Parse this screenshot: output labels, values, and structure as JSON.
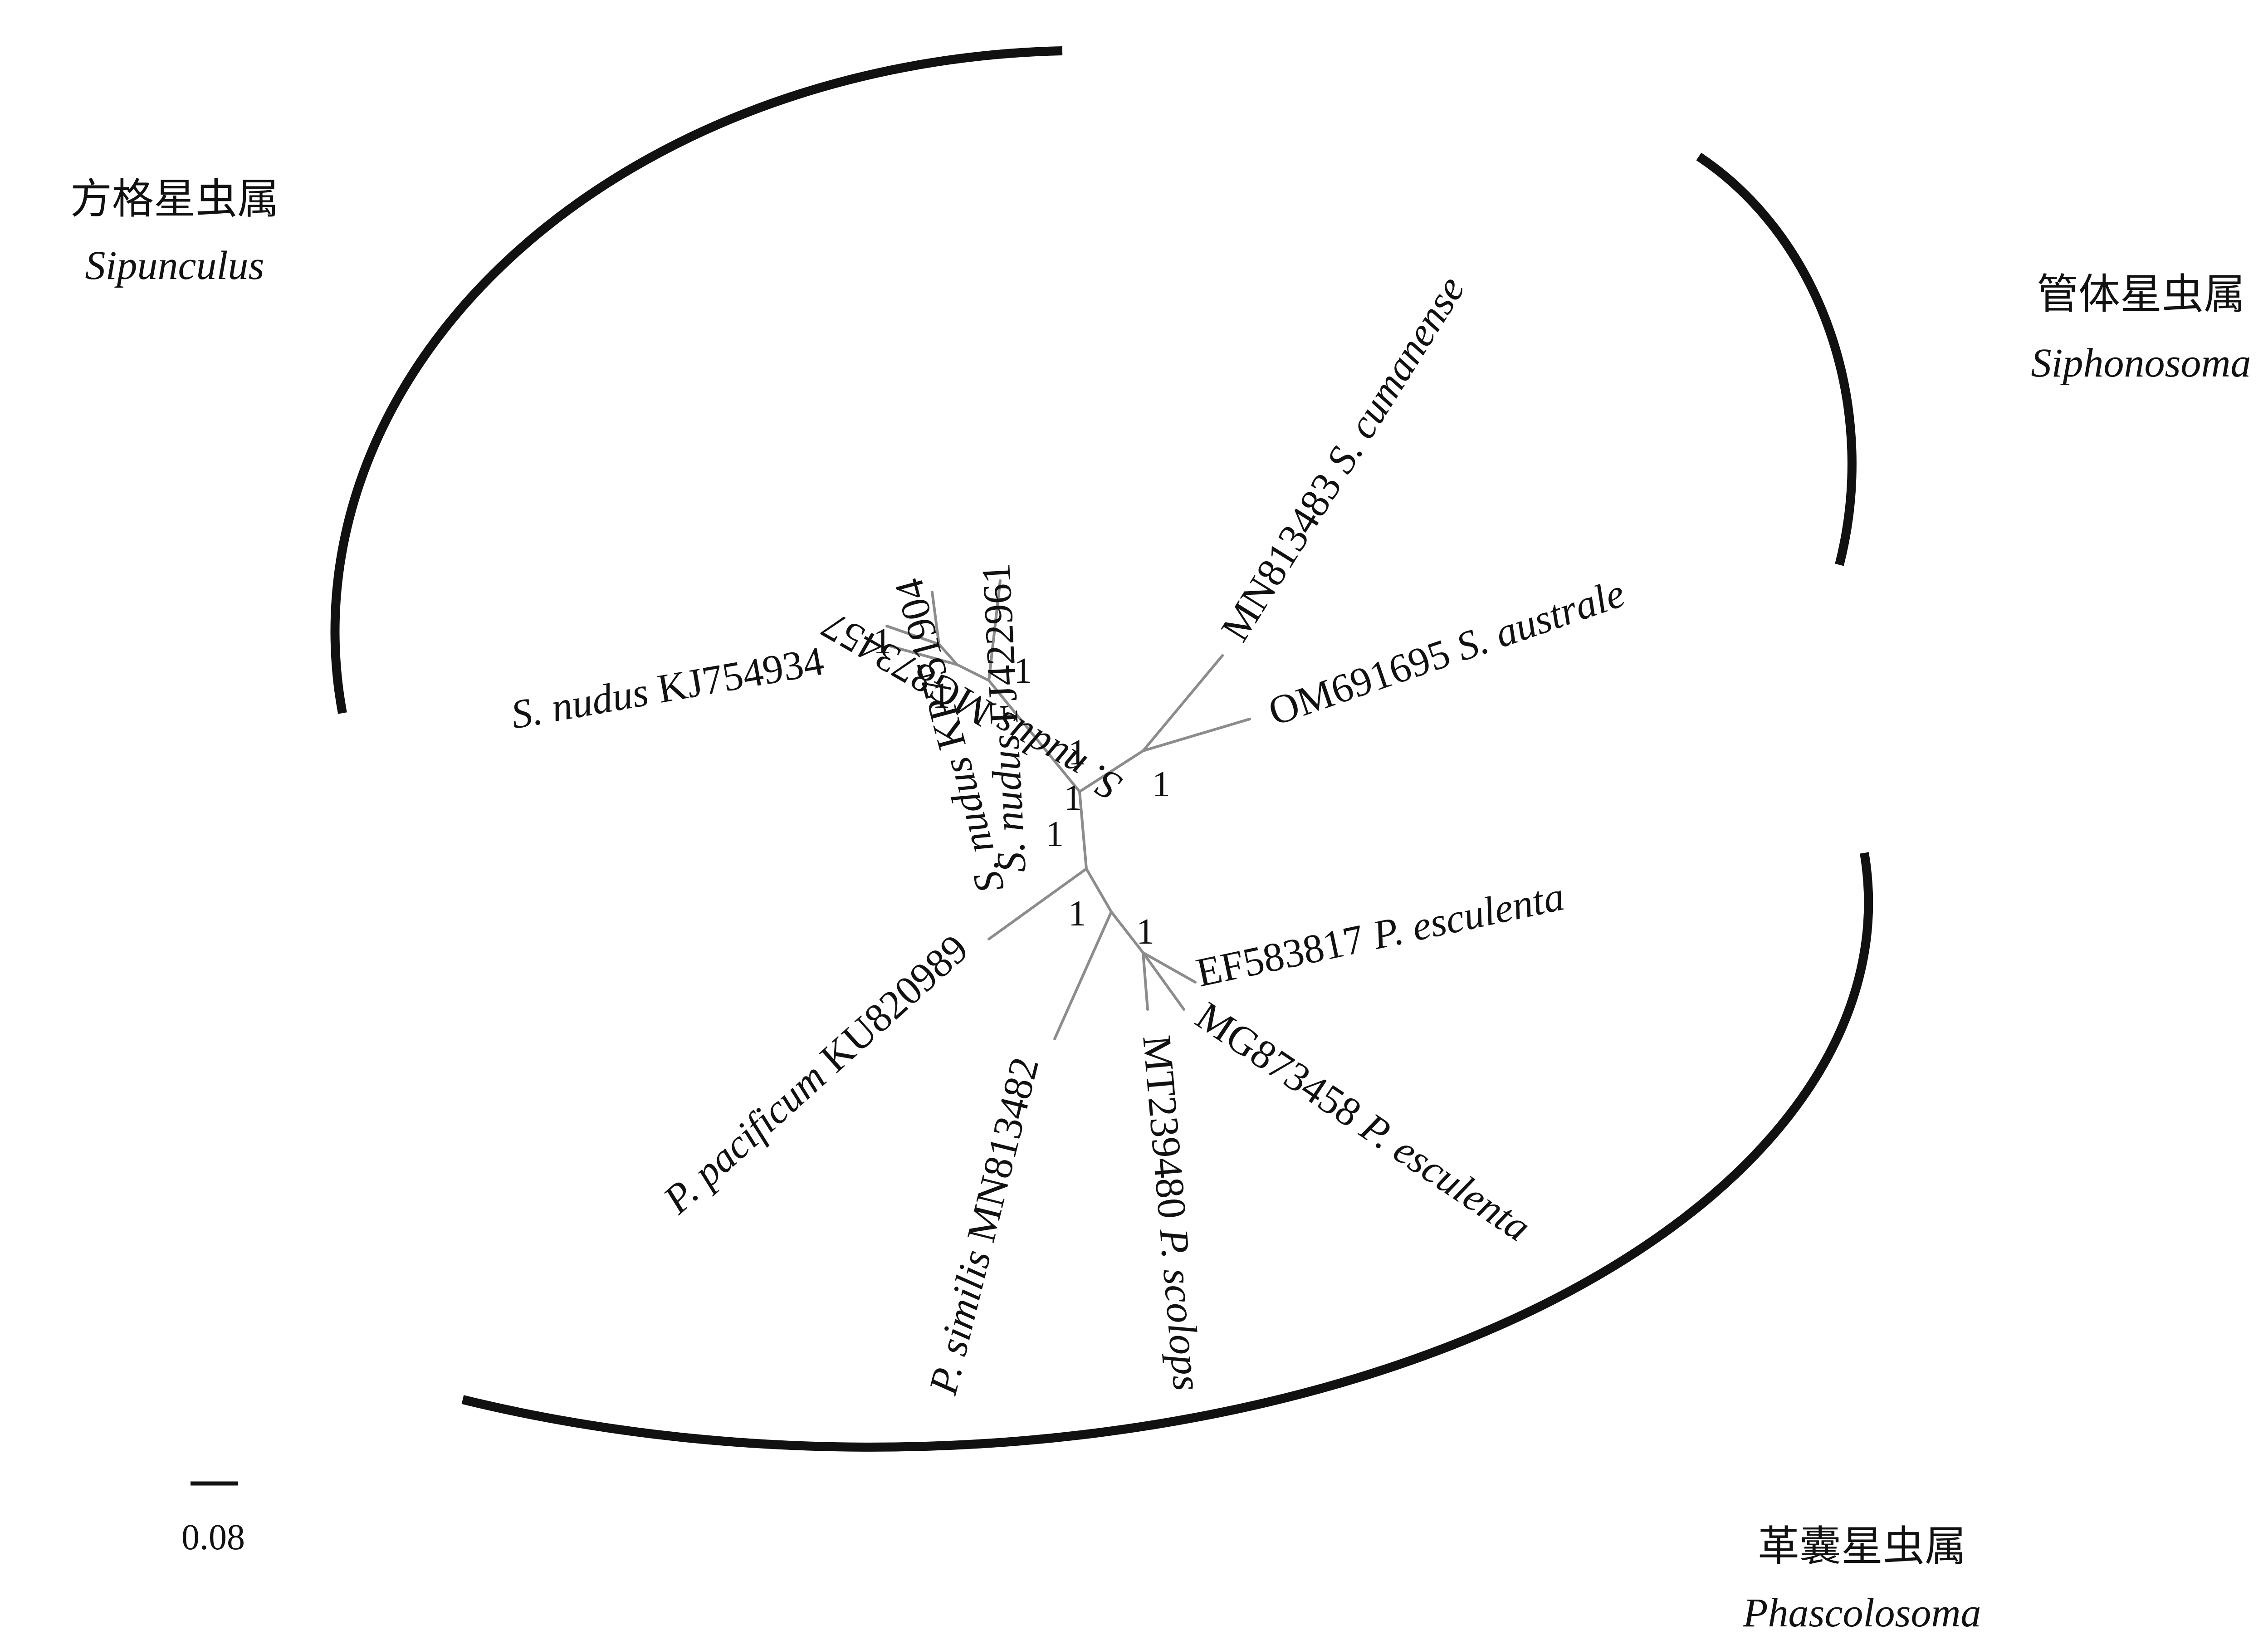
{
  "tree": {
    "branch_color": "#8c8c8c",
    "groups": [
      {
        "id": "sipunculus",
        "chinese_name": "方格星虫属",
        "latin_name": "Sipunculus"
      },
      {
        "id": "siphonosoma",
        "chinese_name": "管体星虫属",
        "latin_name": "Siphonosoma"
      },
      {
        "id": "phascolosoma",
        "chinese_name": "革囊星虫属",
        "latin_name": "Phascolosoma"
      }
    ],
    "taxa": [
      {
        "id": "fj422961",
        "species": "S. nudus",
        "accession": "FJ422961"
      },
      {
        "id": "kp751904",
        "species": "S. nudus",
        "accession": "KP751904"
      },
      {
        "id": "mg873457",
        "species": "S. nudus",
        "accession": "MG873457"
      },
      {
        "id": "kj754934",
        "species": "S. nudus",
        "accession": "KJ754934"
      },
      {
        "id": "mn813483",
        "species": "S. cumanense",
        "accession": "MN813483"
      },
      {
        "id": "om691695",
        "species": "S. australe",
        "accession": "OM691695"
      },
      {
        "id": "ef583817",
        "species": "P. esculenta",
        "accession": "EF583817"
      },
      {
        "id": "mg873458",
        "species": "P. esculenta",
        "accession": "MG873458"
      },
      {
        "id": "mt239480",
        "species": "P. scolops",
        "accession": "MT239480"
      },
      {
        "id": "mn813482",
        "species": "P. similis",
        "accession": "MN813482"
      },
      {
        "id": "ku820989",
        "species": "P. pacificum",
        "accession": "KU820989"
      }
    ],
    "support_values": [
      "1",
      "1",
      "1",
      "1",
      "1",
      "1",
      "1",
      "1",
      "1"
    ],
    "scale_bar": {
      "value": "0.08"
    }
  }
}
